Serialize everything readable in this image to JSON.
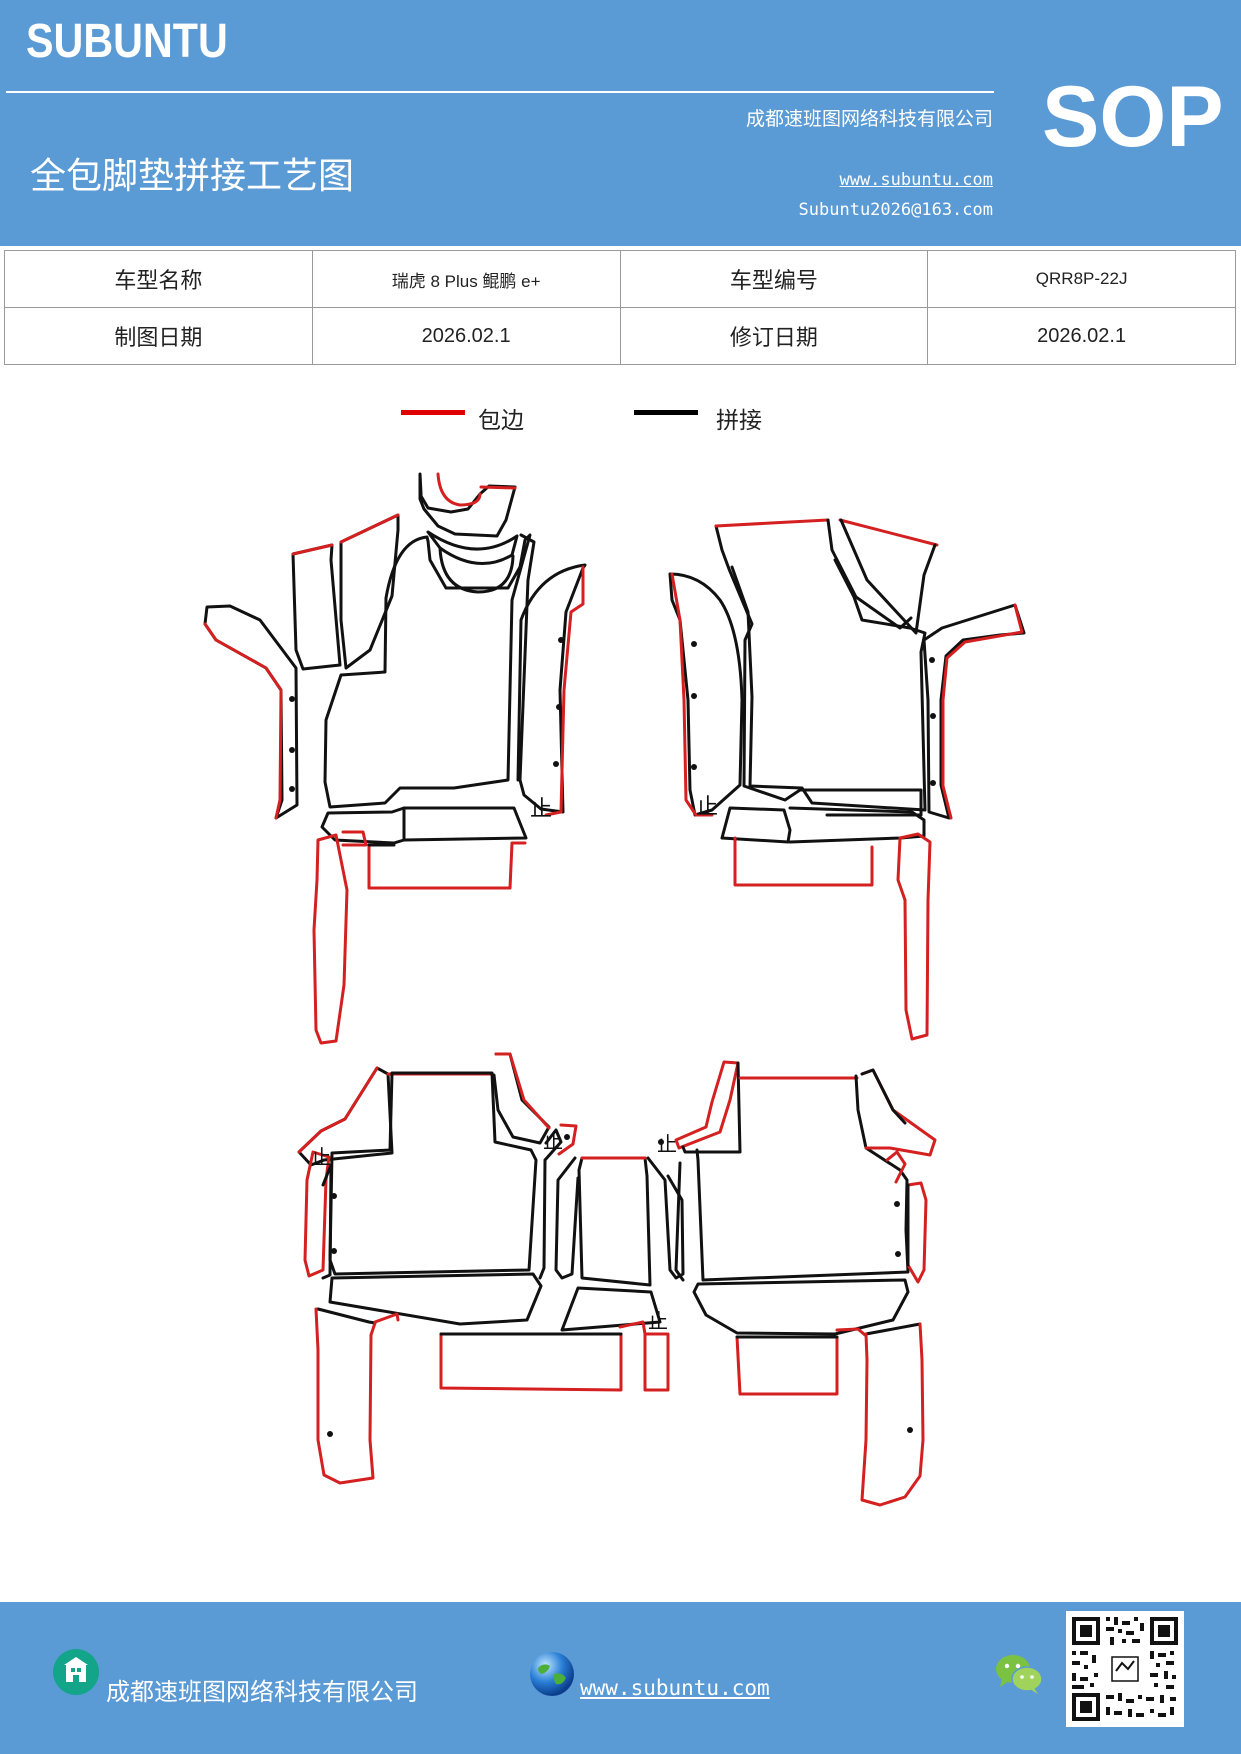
{
  "header": {
    "brand": "SUBUNTU",
    "company": "成都速班图网络科技有限公司",
    "title": "全包脚垫拼接工艺图",
    "website": "www.subuntu.com",
    "email": "Subuntu2026@163.com",
    "badge": "SOP",
    "bg_color": "#5b9bd5"
  },
  "info_table": {
    "row1": {
      "label1": "车型名称",
      "value1": "瑞虎 8 Plus  鲲鹏 e+",
      "label2": "车型编号",
      "value2": "QRR8P-22J"
    },
    "row2": {
      "label1": "制图日期",
      "value1": "2026.02.1",
      "label2": "修订日期",
      "value2": "2026.02.1"
    }
  },
  "legend": {
    "items": [
      {
        "label": "包边",
        "color": "#e00000"
      },
      {
        "label": "拼接",
        "color": "#000000"
      }
    ]
  },
  "diagram": {
    "stop_mark": "止",
    "edge_color": "#d42020",
    "seam_color": "#111111"
  },
  "footer": {
    "company": "成都速班图网络科技有限公司",
    "website": "www.subuntu.com ",
    "icons": [
      "building-icon",
      "globe-icon",
      "wechat-icon",
      "qr-code"
    ]
  }
}
